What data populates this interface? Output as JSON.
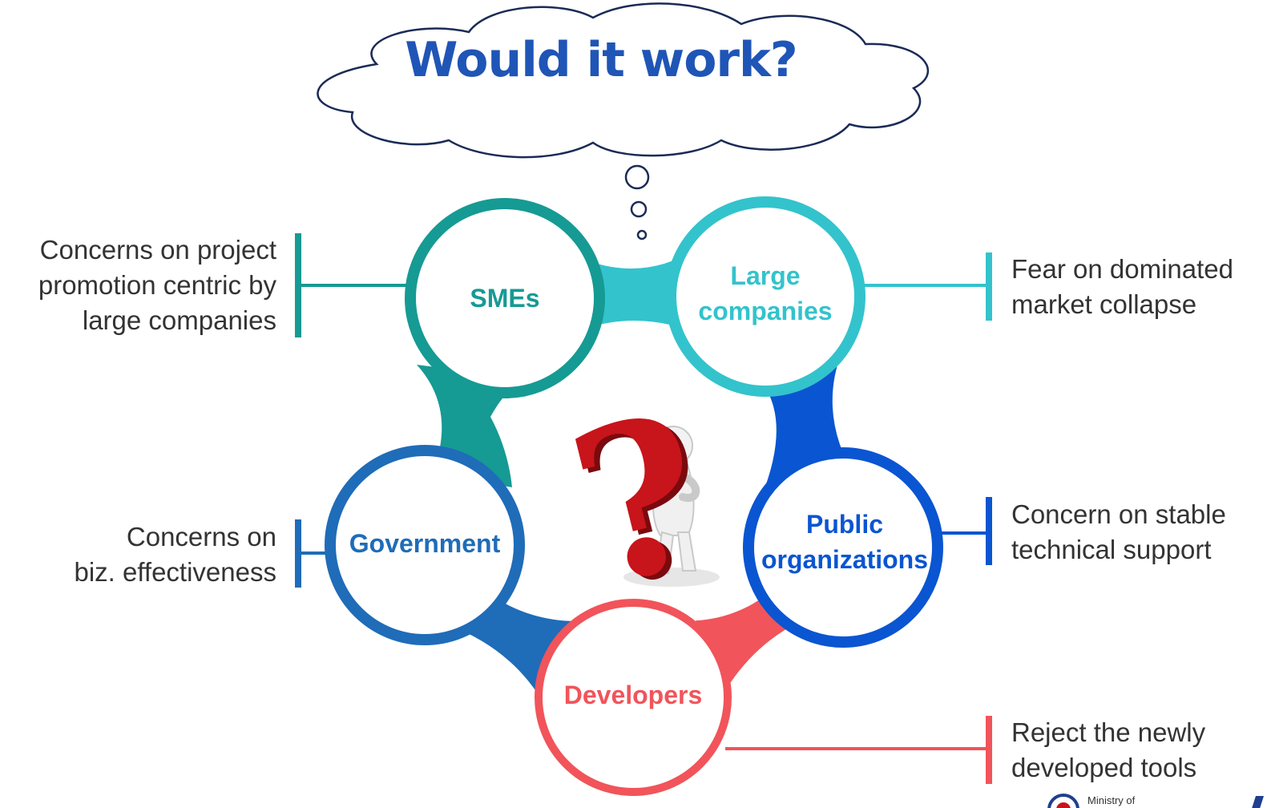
{
  "title": "Would it work?",
  "nodes": {
    "smes": "SMEs",
    "large_line1": "Large",
    "large_line2": "companies",
    "government": "Government",
    "public_line1": "Public",
    "public_line2": "organizations",
    "developers": "Developers"
  },
  "notes": {
    "smes": [
      "Concerns on project",
      "promotion centric by",
      "large companies"
    ],
    "large": [
      "Fear on dominated",
      "market collapse"
    ],
    "government": [
      "Concerns on",
      "biz. effectiveness"
    ],
    "public": [
      "Concern on stable",
      "technical support"
    ],
    "developers": [
      "Reject the newly",
      "developed tools"
    ]
  },
  "footer_logo_text": "Ministry of",
  "colors": {
    "title": "#1f55b6",
    "smes": "#169a94",
    "large": "#33c3cc",
    "public": "#0a55d1",
    "government": "#1f6cb8",
    "developers": "#f1545a",
    "text": "#333333"
  },
  "icons": {
    "center": "thinking-figure-question-mark-icon",
    "thought": "thought-bubble-icon"
  }
}
